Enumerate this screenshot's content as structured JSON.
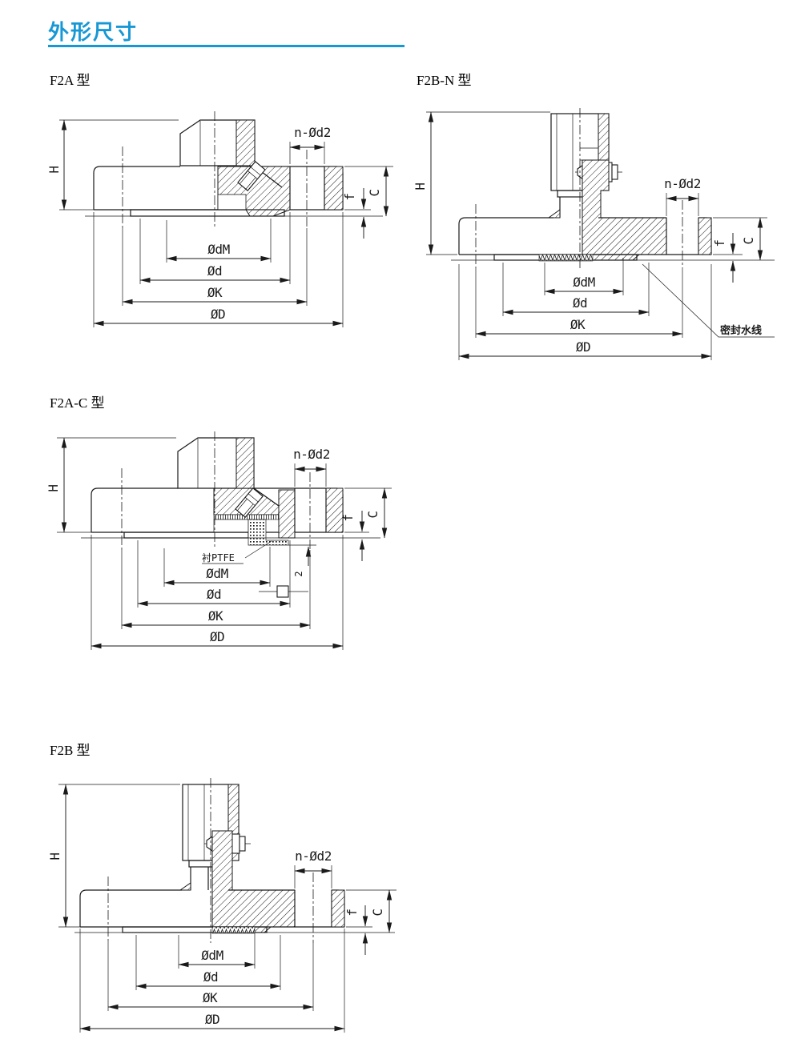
{
  "page": {
    "title": "外形尺寸",
    "accent_color": "#1798d5"
  },
  "diagrams": [
    {
      "id": "F2A",
      "label": "F2A 型",
      "dims": {
        "h": "H",
        "n_d2": "n-Ød2",
        "f": "f",
        "c": "C",
        "dm": "ØdM",
        "d": "Ød",
        "k": "ØK",
        "dd": "ØD"
      }
    },
    {
      "id": "F2B-N",
      "label": "F2B-N 型",
      "dims": {
        "h": "H",
        "n_d2": "n-Ød2",
        "f": "f",
        "c": "C",
        "dm": "ØdM",
        "d": "Ød",
        "k": "ØK",
        "dd": "ØD"
      },
      "annotation": "密封水线"
    },
    {
      "id": "F2A-C",
      "label": "F2A-C 型",
      "dims": {
        "h": "H",
        "n_d2": "n-Ød2",
        "f": "f",
        "c": "C",
        "dm": "ØdM",
        "d": "Ød",
        "k": "ØK",
        "dd": "ØD"
      },
      "liner_label": "衬PTFE",
      "liner_thickness": "2"
    },
    {
      "id": "F2B",
      "label": "F2B 型",
      "dims": {
        "h": "H",
        "n_d2": "n-Ød2",
        "f": "f",
        "c": "C",
        "dm": "ØdM",
        "d": "Ød",
        "k": "ØK",
        "dd": "ØD"
      }
    }
  ]
}
